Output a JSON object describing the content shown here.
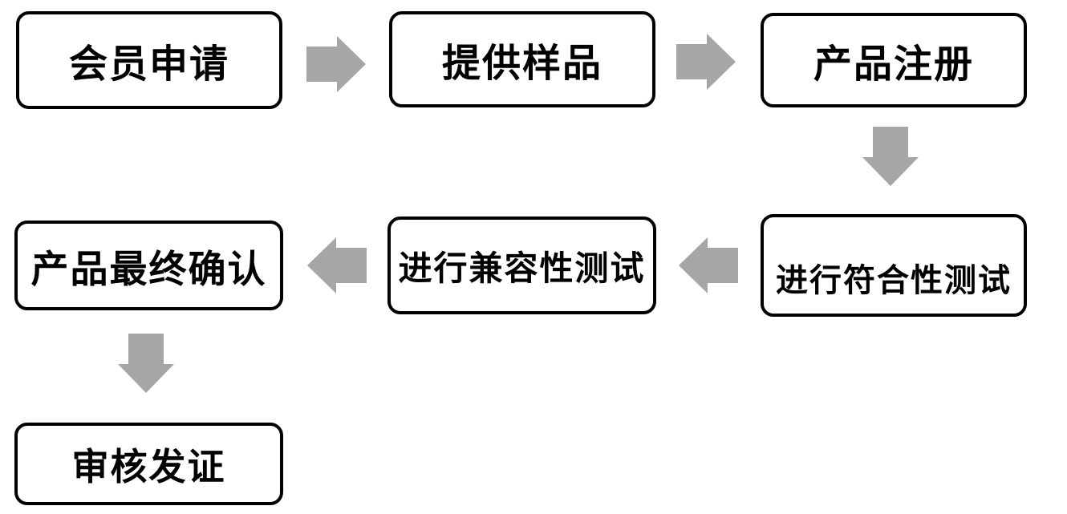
{
  "diagram": {
    "type": "flowchart",
    "background_color": "#ffffff",
    "box_fill_color": "#ffffff",
    "box_border_color": "#000000",
    "text_color": "#000000",
    "arrow_color": "#a6a6a6",
    "nodes": [
      {
        "id": "membership-application",
        "label": "会员申请"
      },
      {
        "id": "provide-samples",
        "label": "提供样品"
      },
      {
        "id": "product-registration",
        "label": "产品注册"
      },
      {
        "id": "conformity-testing",
        "label": "进行符合性测试"
      },
      {
        "id": "compatibility-testing",
        "label": "进行兼容性测试"
      },
      {
        "id": "final-product-confirmation",
        "label": "产品最终确认"
      },
      {
        "id": "review-and-issue-certificate",
        "label": "审核发证"
      }
    ],
    "edges": [
      {
        "from": "会员申请",
        "to": "提供样品",
        "direction": "right"
      },
      {
        "from": "提供样品",
        "to": "产品注册",
        "direction": "right"
      },
      {
        "from": "产品注册",
        "to": "进行符合性测试",
        "direction": "down"
      },
      {
        "from": "进行符合性测试",
        "to": "进行兼容性测试",
        "direction": "left"
      },
      {
        "from": "进行兼容性测试",
        "to": "产品最终确认",
        "direction": "left"
      },
      {
        "from": "产品最终确认",
        "to": "审核发证",
        "direction": "down"
      }
    ]
  }
}
